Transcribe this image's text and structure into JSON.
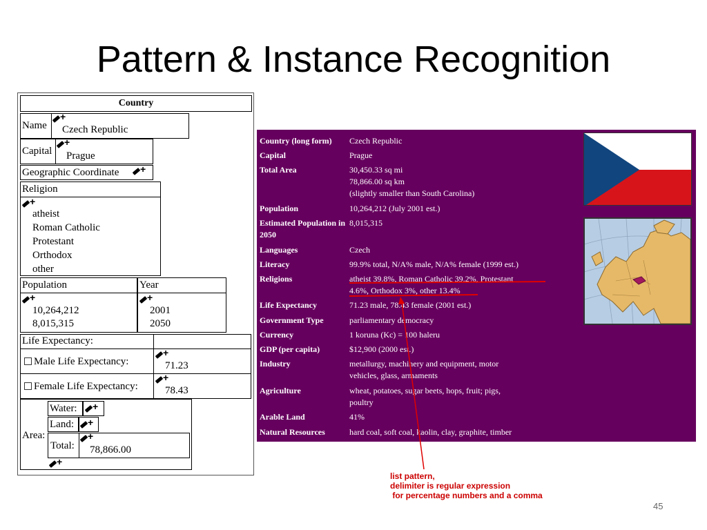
{
  "slide": {
    "title": "Pattern & Instance Recognition",
    "page_number": "45",
    "annotation": [
      "list pattern,",
      "delimiter is regular expression",
      " for percentage numbers and a comma"
    ]
  },
  "form": {
    "header": "Country",
    "plus": "+",
    "name_label": "Name",
    "name_value": "Czech Republic",
    "capital_label": "Capital",
    "capital_value": "Prague",
    "geo_label": "Geographic Coordinate",
    "religion_label": "Religion",
    "religions": [
      "atheist",
      "Roman Catholic",
      "Protestant",
      "Orthodox",
      "other"
    ],
    "population_label": "Population",
    "populations": [
      "10,264,212",
      "8,015,315"
    ],
    "year_label": "Year",
    "years": [
      "2001",
      "2050"
    ],
    "life_label": "Life Expectancy:",
    "male_label": "Male Life Expectancy:",
    "male_value": "71.23",
    "female_label": "Female Life Expectancy:",
    "female_value": "78.43",
    "area_label": "Area:",
    "water_label": "Water:",
    "land_label": "Land:",
    "total_label": "Total:",
    "total_value": "78,866.00"
  },
  "factsheet": {
    "rows": [
      {
        "key": "Country (long form)",
        "value": [
          "Czech Republic"
        ]
      },
      {
        "key": "Capital",
        "value": [
          "Prague"
        ]
      },
      {
        "key": "Total Area",
        "value": [
          "30,450.33 sq mi",
          "78,866.00 sq km",
          "(slightly smaller than South Carolina)"
        ]
      },
      {
        "key": "Population",
        "value": [
          "10,264,212 (July 2001 est.)"
        ]
      },
      {
        "key": "Estimated Population in 2050",
        "value": [
          "8,015,315"
        ]
      },
      {
        "key": "Languages",
        "value": [
          "Czech"
        ]
      },
      {
        "key": "Literacy",
        "value": [
          "99.9% total, N/A% male, N/A% female (1999 est.)"
        ]
      },
      {
        "key": "Religions",
        "value": [
          "atheist 39.8%, Roman Catholic 39.2%, Protestant",
          "4.6%, Orthodox 3%, other 13.4%"
        ]
      },
      {
        "key": "Life Expectancy",
        "value": [
          "71.23 male, 78.43 female (2001 est.)"
        ]
      },
      {
        "key": "Government Type",
        "value": [
          "parliamentary democracy"
        ]
      },
      {
        "key": "Currency",
        "value": [
          "1 koruna (Kc) = 100 haleru"
        ]
      },
      {
        "key": "GDP (per capita)",
        "value": [
          "$12,900 (2000 est.)"
        ]
      },
      {
        "key": "Industry",
        "value": [
          "metallurgy, machinery and equipment, motor",
          "vehicles, glass, armaments"
        ]
      },
      {
        "key": "Agriculture",
        "value": [
          "wheat, potatoes, sugar beets, hops, fruit; pigs,",
          "poultry"
        ]
      },
      {
        "key": "Arable Land",
        "value": [
          "41%"
        ]
      },
      {
        "key": "Natural Resources",
        "value": [
          "hard coal, soft coal, kaolin, clay, graphite, timber"
        ]
      }
    ]
  },
  "icons": {
    "edit": "pencil-icon",
    "add": "plus-icon",
    "flag": "czech-flag",
    "map": "europe-map"
  },
  "colors": {
    "factsheet_bg": "#66005e",
    "annotation": "#cc0000",
    "flag_blue": "#11457e",
    "flag_red": "#d7141a"
  }
}
